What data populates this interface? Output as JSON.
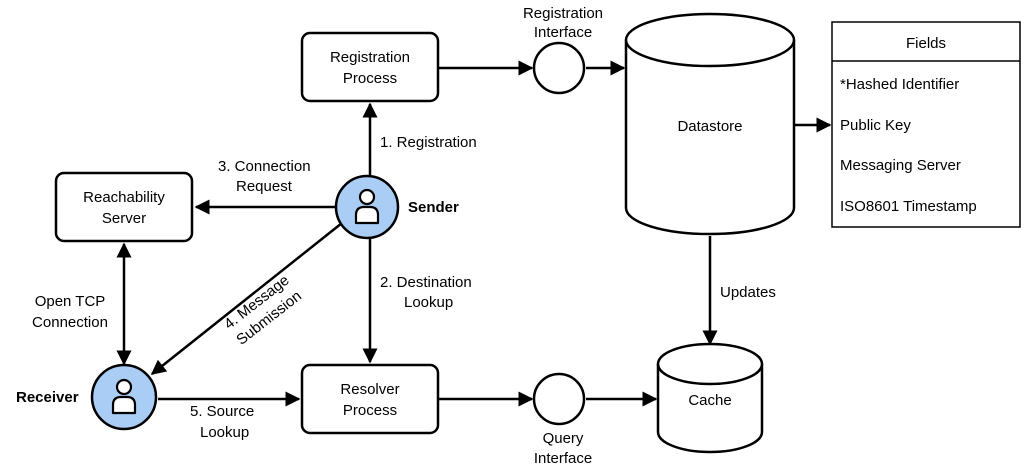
{
  "nodes": {
    "registration_process": [
      "Registration",
      "Process"
    ],
    "reachability_server": [
      "Reachability",
      "Server"
    ],
    "resolver_process": [
      "Resolver",
      "Process"
    ],
    "datastore": "Datastore",
    "cache": "Cache",
    "sender": "Sender",
    "receiver": "Receiver",
    "registration_interface": [
      "Registration",
      "Interface"
    ],
    "query_interface": [
      "Query",
      "Interface"
    ]
  },
  "edges": {
    "registration": "1. Registration",
    "destination_lookup": [
      "2. Destination",
      "Lookup"
    ],
    "connection_request": [
      "3. Connection",
      "Request"
    ],
    "message_submission": [
      "4. Message",
      "Submission"
    ],
    "source_lookup": [
      "5. Source",
      "Lookup"
    ],
    "open_tcp": [
      "Open TCP",
      "Connection"
    ],
    "updates": "Updates"
  },
  "fields": {
    "title": "Fields",
    "items": [
      "*Hashed Identifier",
      "Public Key",
      "Messaging Server",
      "ISO8601 Timestamp"
    ]
  },
  "colors": {
    "actor_fill": "#a9cdf5"
  }
}
